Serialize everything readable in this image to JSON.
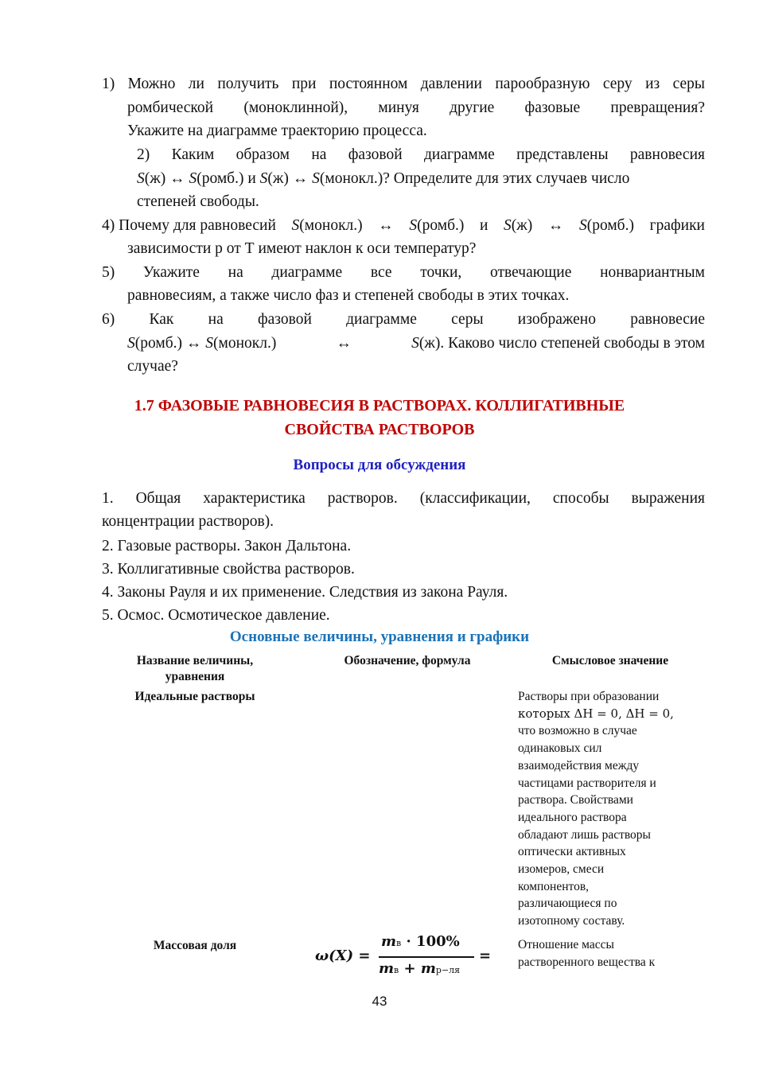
{
  "questions": {
    "q1": {
      "line1": "1) Можно ли получить при постоянном давлении парообразную серу из серы",
      "line2": "ромбической (моноклинной), минуя другие фазовые превращения?",
      "line3": "Укажите на диаграмме траекторию процесса."
    },
    "q2": {
      "line1": "2) Каким образом на фазовой диаграмме представлены равновесия",
      "s": "S",
      "zh": "(ж)",
      "romb": "(ромб.)",
      "monokl": "(монокл.)",
      "arrow": "↔",
      "and": "и",
      "tail2": "? Определите для этих случаев число",
      "line3": "степеней свободы."
    },
    "q4": {
      "pre": "4) Почему для равновесий",
      "tail1": "графики",
      "line2": "зависимости р от Т имеют наклон к оси температур?"
    },
    "q5": {
      "line1": "5) Укажите на диаграмме все точки, отвечающие нонвариантным",
      "line2": "равновесиям, а также число фаз и степеней свободы в этих точках."
    },
    "q6": {
      "line1": "6) Как на фазовой диаграмме серы изображено равновесие",
      "tail2": ". Каково число степеней свободы в этом",
      "line3": "случае?"
    }
  },
  "section_heading": {
    "line1": "1.7 ФАЗОВЫЕ РАВНОВЕСИЯ В РАСТВОРАХ. КОЛЛИГАТИВНЫЕ",
    "line2": "СВОЙСТВА РАСТВОРОВ"
  },
  "discussion_heading": "Вопросы для обсуждения",
  "discussion": {
    "item1_line1": "1. Общая характеристика растворов. (классификации, способы выражения",
    "item1_line2": "концентрации растворов).",
    "item2": "2. Газовые растворы. Закон Дальтона.",
    "item3": "3. Коллигативные свойства растворов.",
    "item4": "4. Законы Рауля и их применение. Следствия из закона Рауля.",
    "item5": "5. Осмос. Осмотическое давление."
  },
  "table_heading": "Основные величины, уравнения и графики",
  "table": {
    "headers": {
      "col1_line1": "Название величины,",
      "col1_line2": "уравнения",
      "col2": "Обозначение, формула",
      "col3": "Смысловое значение"
    },
    "rows": [
      {
        "name": "Идеальные растворы",
        "meaning_lines": [
          "Растворы при образовании",
          "которых ΔH = 0, ΔH = 0,",
          "что возможно в случае",
          "одинаковых сил",
          "взаимодействия между",
          "частицами растворителя и",
          "раствора. Свойствами",
          "идеального раствора",
          "обладают лишь растворы",
          "оптически активных",
          "изомеров, смеси",
          "компонентов,",
          "различающиеся по",
          "изотопному составу."
        ]
      },
      {
        "name": "Массовая доля",
        "formula": {
          "lhs": "ω(X) =",
          "numerator_m": "m",
          "numerator_sub": "в",
          "numerator_rest": " · 100%",
          "denominator_m1": "m",
          "denominator_sub1": "в",
          "plus": " + ",
          "denominator_m2": "m",
          "denominator_sub2": "р−ля",
          "trail": "="
        },
        "meaning_lines": [
          "Отношение массы",
          "растворенного вещества к"
        ]
      }
    ]
  },
  "page_number": "43"
}
